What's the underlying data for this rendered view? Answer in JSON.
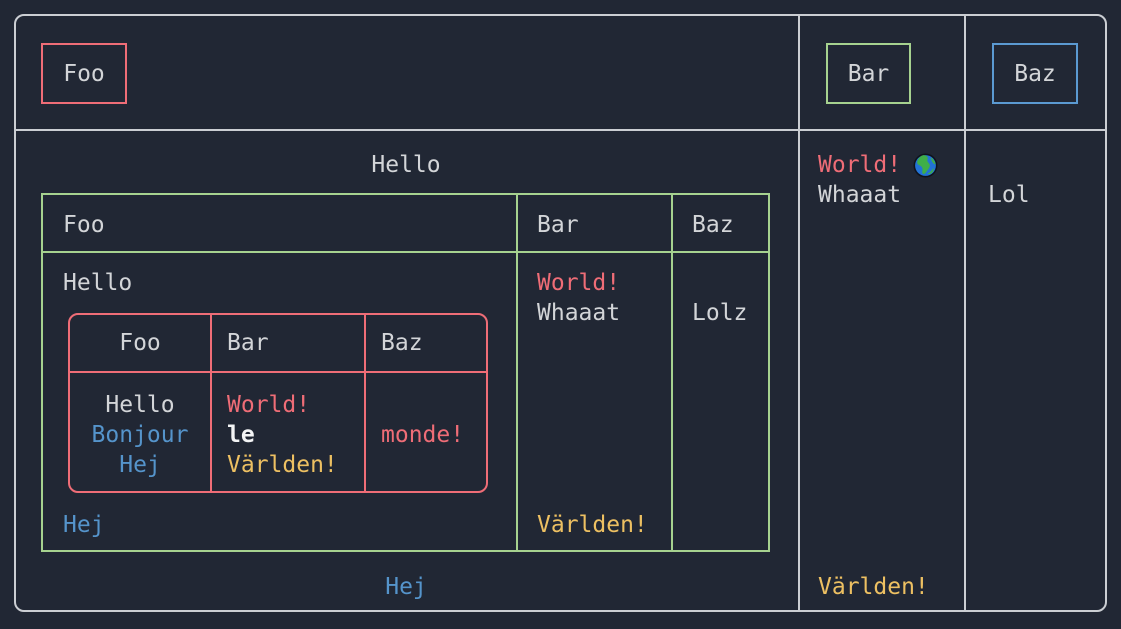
{
  "colors": {
    "background": "#212734",
    "outer_border": "#cbced3",
    "default_text": "#d3d5d8",
    "red": "#ef6d77",
    "green": "#a6d28f",
    "panel_blue": "#5b9ad2",
    "text_blue": "#5594cb",
    "orange": "#edc062",
    "bold_white": "#f3f4f5"
  },
  "outer_table": {
    "header": {
      "foo_panel": "Foo",
      "bar_panel": "Bar",
      "baz_panel": "Baz"
    },
    "col1": {
      "hello": "Hello",
      "hej": "Hej"
    },
    "col2": {
      "world": "World!",
      "globe_icon": "globe-earth-emoji",
      "whaaat": "Whaaat",
      "varlden": "Världen!"
    },
    "col3": {
      "lol": "Lol"
    }
  },
  "green_table": {
    "headers": [
      "Foo",
      "Bar",
      "Baz"
    ],
    "col1": {
      "hello": "Hello",
      "hej": "Hej"
    },
    "col2": {
      "world": "World!",
      "whaaat": "Whaaat",
      "varlden": "Världen!"
    },
    "col3": {
      "lolz": "Lolz"
    }
  },
  "red_table": {
    "headers": [
      "Foo",
      "Bar",
      "Baz"
    ],
    "cell1_lines": [
      "Hello",
      "Bonjour",
      "Hej"
    ],
    "cell2_lines": [
      "World!",
      "le",
      "Världen!"
    ],
    "cell3": "monde!"
  }
}
